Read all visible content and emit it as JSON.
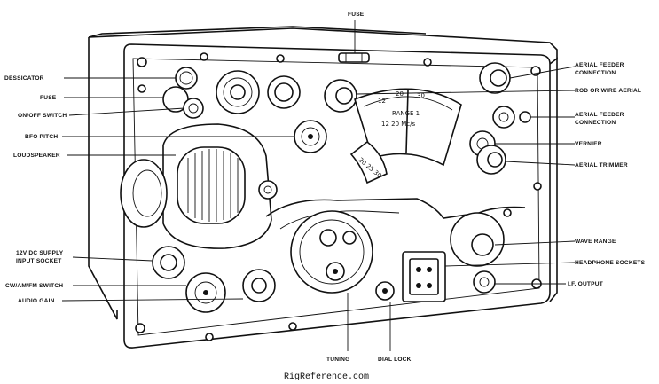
{
  "labels": {
    "fuse_top": "FUSE",
    "desiccator": "DESSICATOR",
    "fuse": "FUSE",
    "on_off_switch": "ON/OFF SWITCH",
    "bfo_pitch": "BFO PITCH",
    "loudspeaker": "LOUDSPEAKER",
    "dc_supply_line1": "12V DC SUPPLY",
    "dc_supply_line2": "INPUT SOCKET",
    "cw_am_fm_switch": "CW/AM/FM SWITCH",
    "audio_gain": "AUDIO GAIN",
    "tuning": "TUNING",
    "dial_lock": "DIAL LOCK",
    "aerial_feeder_1_line1": "AERIAL FEEDER",
    "aerial_feeder_1_line2": "CONNECTION",
    "rod_wire_aerial": "ROD OR WIRE AERIAL",
    "aerial_feeder_2_line1": "AERIAL FEEDER",
    "aerial_feeder_2_line2": "CONNECTION",
    "vernier": "VERNIER",
    "aerial_trimmer": "AERIAL TRIMMER",
    "wave_range": "WAVE RANGE",
    "headphone_sockets": "HEADPHONE SOCKETS",
    "if_output": "I.F. OUTPUT"
  },
  "dial": {
    "scale_a": "12",
    "scale_b": "20",
    "scale_c": "30",
    "range_text": "RANGE 1",
    "band_text": "12  20 Mc/s",
    "vernier_marks": "20 25 30"
  },
  "footer": {
    "watermark": "RigReference.com"
  }
}
